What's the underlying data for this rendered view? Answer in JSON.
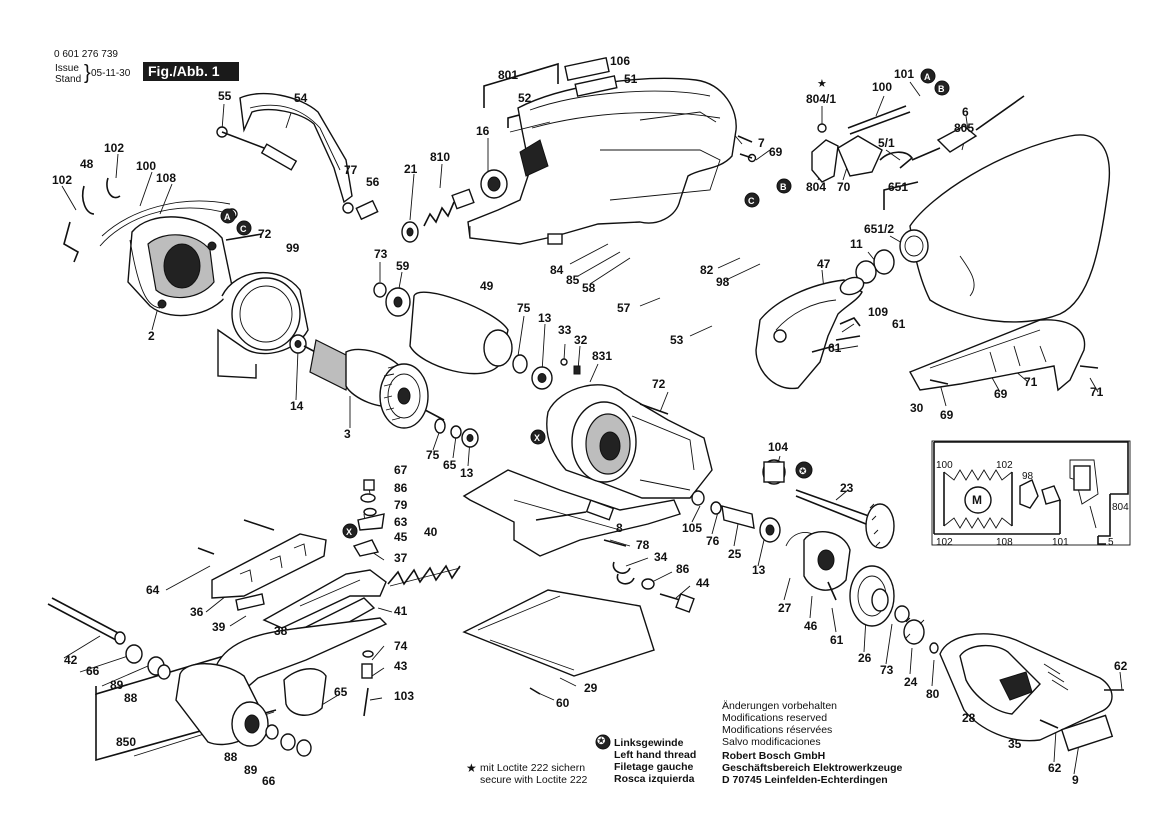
{
  "header": {
    "part_number": "0 601 276 739",
    "issue_label": "Issue",
    "stand_label": "Stand",
    "date": "05-11-30",
    "figure_label": "Fig./Abb. 1"
  },
  "callouts": {
    "c55": "55",
    "c54": "54",
    "c102a": "102",
    "c48": "48",
    "c100a": "100",
    "c108a": "108",
    "c102b": "102",
    "c72a": "72",
    "c99": "99",
    "c2": "2",
    "c77": "77",
    "c56": "56",
    "c14": "14",
    "c3": "3",
    "c21": "21",
    "c810": "810",
    "c16": "16",
    "c801": "801",
    "c52": "52",
    "c106": "106",
    "c51": "51",
    "c7": "7",
    "c69a": "69",
    "c804_1": "804/1",
    "c100b": "100",
    "c101a": "101",
    "c6": "6",
    "c805": "805",
    "c5_1": "5/1",
    "c804a": "804",
    "c70": "70",
    "c651": "651",
    "c651_2": "651/2",
    "c11": "11",
    "c47": "47",
    "c73a": "73",
    "c59": "59",
    "c49": "49",
    "c75a": "75",
    "c13a": "13",
    "c33": "33",
    "c32": "32",
    "c84": "84",
    "c85": "85",
    "c58": "58",
    "c82": "82",
    "c98a": "98",
    "c57": "57",
    "c53": "53",
    "c831": "831",
    "c72b": "72",
    "c109": "109",
    "c61a": "61",
    "c61b": "61",
    "c30": "30",
    "c69b": "69",
    "c69c": "69",
    "c71a": "71",
    "c71b": "71",
    "c75b": "75",
    "c65a": "65",
    "c13b": "13",
    "c67": "67",
    "c86a": "86",
    "c79": "79",
    "c63": "63",
    "c45": "45",
    "c37": "37",
    "c40": "40",
    "c64": "64",
    "c36": "36",
    "c39": "39",
    "c38": "38",
    "c41": "41",
    "c42": "42",
    "c66a": "66",
    "c89a": "89",
    "c88a": "88",
    "c850": "850",
    "c88b": "88",
    "c89b": "89",
    "c66b": "66",
    "c74": "74",
    "c43": "43",
    "c103": "103",
    "c65b": "65",
    "c8": "8",
    "c78": "78",
    "c34": "34",
    "c86b": "86",
    "c44": "44",
    "c29": "29",
    "c60": "60",
    "c104": "104",
    "c23": "23",
    "c105": "105",
    "c76": "76",
    "c25": "25",
    "c13c": "13",
    "c27": "27",
    "c46": "46",
    "c61c": "61",
    "c26": "26",
    "c73b": "73",
    "c24": "24",
    "c80": "80",
    "c28": "28",
    "c35": "35",
    "c62a": "62",
    "c62b": "62",
    "c9": "9",
    "c100c": "100",
    "c102c": "102",
    "c98b": "98",
    "c804b": "804",
    "c102d": "102",
    "c108b": "108",
    "c101b": "101",
    "c5": "5",
    "motor_symbol": "M"
  },
  "marker_letters": {
    "a": "A",
    "b": "B",
    "c": "C",
    "x": "X"
  },
  "legend": {
    "left_thread_de": "Linksgewinde",
    "left_thread_en": "Left hand thread",
    "left_thread_fr": "Filetage gauche",
    "left_thread_es": "Rosca izquierda",
    "loctite_de": "mit Loctite 222 sichern",
    "loctite_en": "secure with Loctite 222"
  },
  "notice": {
    "line1": "Änderungen vorbehalten",
    "line2": "Modifications reserved",
    "line3": "Modifications réservées",
    "line4": "Salvo modificaciones",
    "company": "Robert Bosch GmbH",
    "division": "Geschäftsbereich Elektrowerkzeuge",
    "address": "D 70745 Leinfelden-Echterdingen"
  }
}
